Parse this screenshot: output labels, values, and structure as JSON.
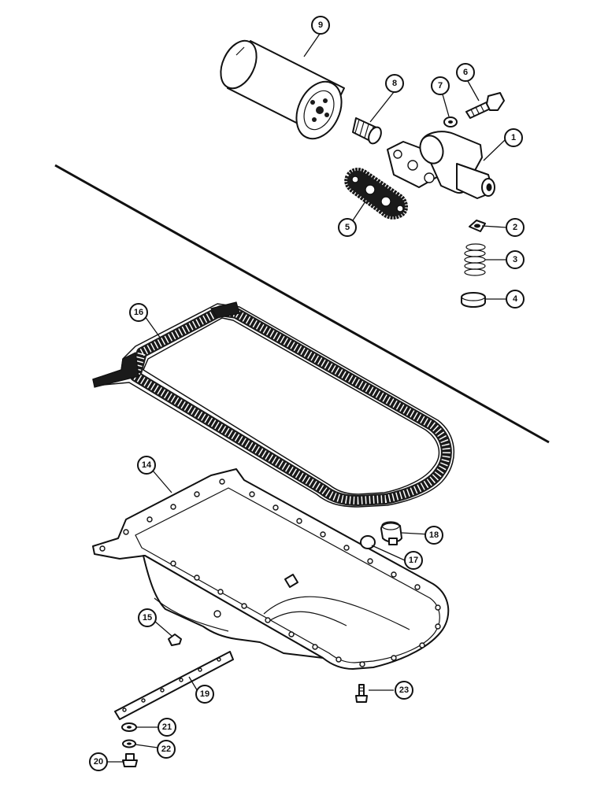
{
  "diagram": {
    "callouts": [
      {
        "id": "callout-1",
        "label": "1"
      },
      {
        "id": "callout-2",
        "label": "2"
      },
      {
        "id": "callout-3",
        "label": "3"
      },
      {
        "id": "callout-4",
        "label": "4"
      },
      {
        "id": "callout-5",
        "label": "5"
      },
      {
        "id": "callout-6",
        "label": "6"
      },
      {
        "id": "callout-7",
        "label": "7"
      },
      {
        "id": "callout-8",
        "label": "8"
      },
      {
        "id": "callout-9",
        "label": "9"
      },
      {
        "id": "callout-14",
        "label": "14"
      },
      {
        "id": "callout-15",
        "label": "15"
      },
      {
        "id": "callout-16",
        "label": "16"
      },
      {
        "id": "callout-17",
        "label": "17"
      },
      {
        "id": "callout-18",
        "label": "18"
      },
      {
        "id": "callout-19",
        "label": "19"
      },
      {
        "id": "callout-20",
        "label": "20"
      },
      {
        "id": "callout-21",
        "label": "21"
      },
      {
        "id": "callout-22",
        "label": "22"
      },
      {
        "id": "callout-23",
        "label": "23"
      }
    ]
  }
}
